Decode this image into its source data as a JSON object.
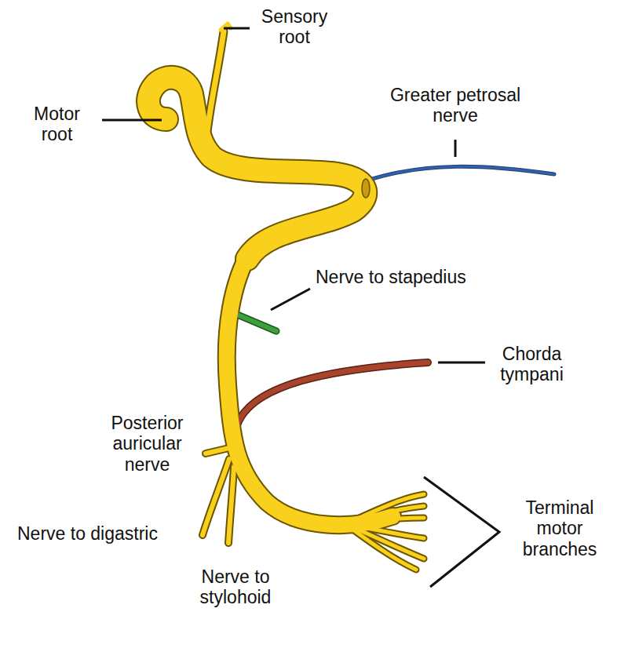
{
  "diagram": {
    "labels": [
      "Sensory root",
      "Motor root",
      "Greater petrosal nerve",
      "Nerve to stapedius",
      "Chorda tympani",
      "Posterior auricular nerve",
      "Nerve to digastric",
      "Nerve to stylohoid",
      "Terminal motor branches"
    ]
  }
}
